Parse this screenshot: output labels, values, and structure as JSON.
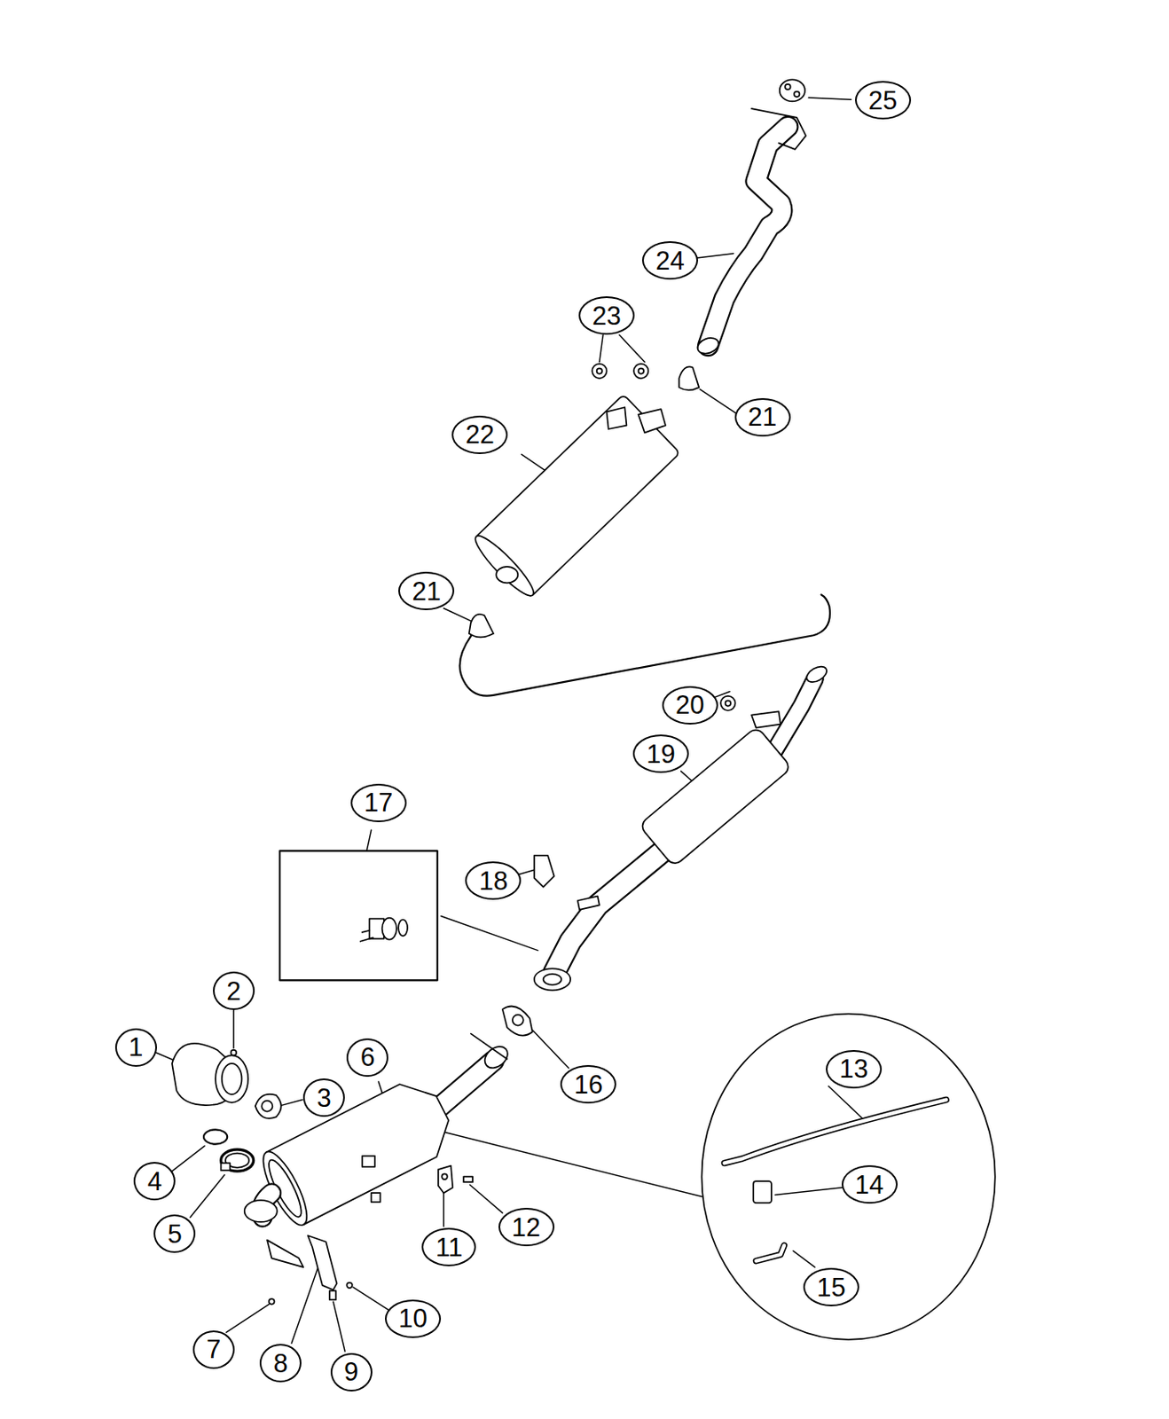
{
  "diagram": {
    "labels": [
      "1",
      "2",
      "3",
      "4",
      "5",
      "6",
      "7",
      "8",
      "9",
      "10",
      "11",
      "12",
      "13",
      "14",
      "15",
      "16",
      "17",
      "18",
      "19",
      "20",
      "21",
      "21",
      "22",
      "23",
      "24",
      "25"
    ]
  }
}
